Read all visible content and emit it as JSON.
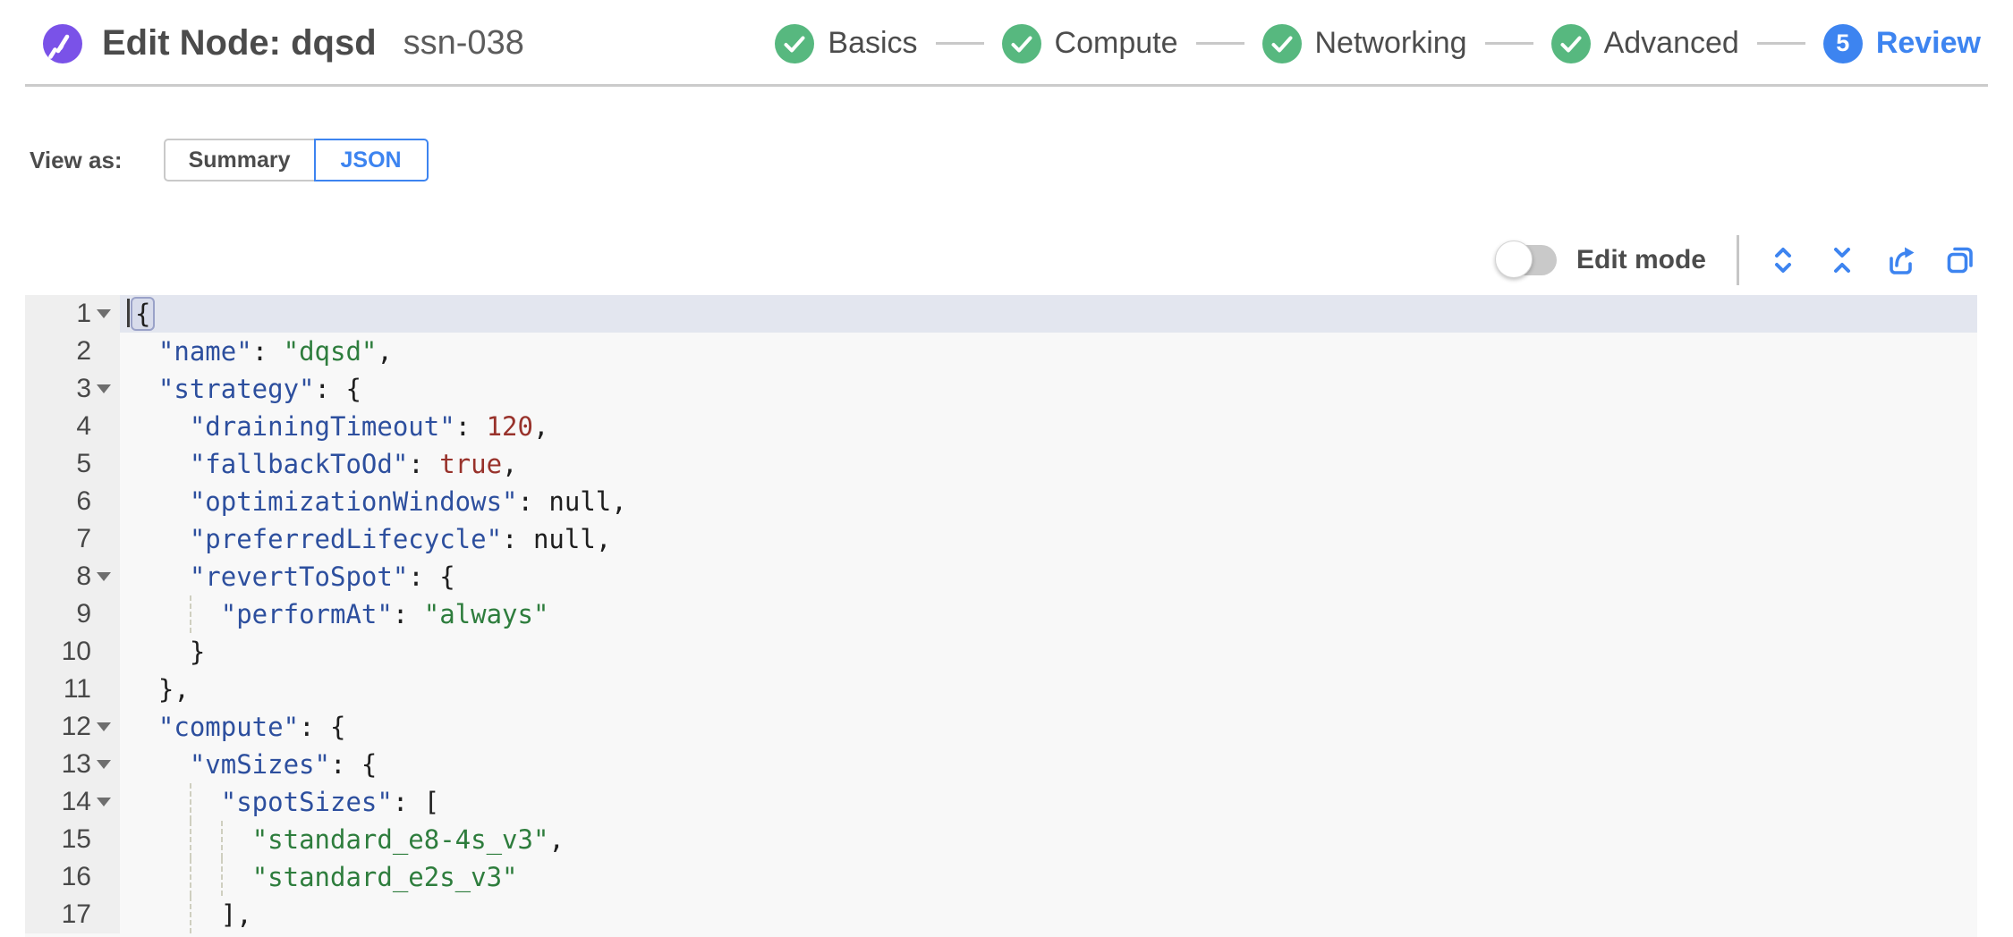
{
  "header": {
    "title": "Edit Node: dqsd",
    "subtitle": "ssn-038",
    "steps": [
      {
        "label": "Basics",
        "state": "done"
      },
      {
        "label": "Compute",
        "state": "done"
      },
      {
        "label": "Networking",
        "state": "done"
      },
      {
        "label": "Advanced",
        "state": "done"
      },
      {
        "label": "Review",
        "state": "current",
        "number": "5"
      }
    ]
  },
  "view_as": {
    "label": "View as:",
    "options": [
      {
        "label": "Summary",
        "selected": false
      },
      {
        "label": "JSON",
        "selected": true
      }
    ]
  },
  "toolbar": {
    "edit_mode_label": "Edit mode",
    "edit_mode_on": false,
    "icons": [
      {
        "name": "expand-all-icon"
      },
      {
        "name": "collapse-all-icon"
      },
      {
        "name": "export-icon"
      },
      {
        "name": "copy-icon"
      }
    ]
  },
  "editor": {
    "active_line": 1,
    "cursor": {
      "line": 1,
      "col": 0
    },
    "lines": [
      {
        "num": 1,
        "fold": true,
        "indent": 0,
        "tokens": [
          {
            "t": "match",
            "v": "{"
          }
        ]
      },
      {
        "num": 2,
        "fold": false,
        "indent": 2,
        "tokens": [
          {
            "t": "key",
            "v": "name"
          },
          {
            "t": "punct",
            "v": ": "
          },
          {
            "t": "str",
            "v": "dqsd"
          },
          {
            "t": "punct",
            "v": ","
          }
        ]
      },
      {
        "num": 3,
        "fold": true,
        "indent": 2,
        "tokens": [
          {
            "t": "key",
            "v": "strategy"
          },
          {
            "t": "punct",
            "v": ": {"
          }
        ]
      },
      {
        "num": 4,
        "fold": false,
        "indent": 4,
        "tokens": [
          {
            "t": "key",
            "v": "drainingTimeout"
          },
          {
            "t": "punct",
            "v": ": "
          },
          {
            "t": "num",
            "v": "120"
          },
          {
            "t": "punct",
            "v": ","
          }
        ]
      },
      {
        "num": 5,
        "fold": false,
        "indent": 4,
        "tokens": [
          {
            "t": "key",
            "v": "fallbackToOd"
          },
          {
            "t": "punct",
            "v": ": "
          },
          {
            "t": "atom",
            "v": "true"
          },
          {
            "t": "punct",
            "v": ","
          }
        ]
      },
      {
        "num": 6,
        "fold": false,
        "indent": 4,
        "tokens": [
          {
            "t": "key",
            "v": "optimizationWindows"
          },
          {
            "t": "punct",
            "v": ": "
          },
          {
            "t": "null",
            "v": "null"
          },
          {
            "t": "punct",
            "v": ","
          }
        ]
      },
      {
        "num": 7,
        "fold": false,
        "indent": 4,
        "tokens": [
          {
            "t": "key",
            "v": "preferredLifecycle"
          },
          {
            "t": "punct",
            "v": ": "
          },
          {
            "t": "null",
            "v": "null"
          },
          {
            "t": "punct",
            "v": ","
          }
        ]
      },
      {
        "num": 8,
        "fold": true,
        "indent": 4,
        "tokens": [
          {
            "t": "key",
            "v": "revertToSpot"
          },
          {
            "t": "punct",
            "v": ": {"
          }
        ]
      },
      {
        "num": 9,
        "fold": false,
        "indent": 6,
        "tokens": [
          {
            "t": "key",
            "v": "performAt"
          },
          {
            "t": "punct",
            "v": ": "
          },
          {
            "t": "str",
            "v": "always"
          }
        ]
      },
      {
        "num": 10,
        "fold": false,
        "indent": 4,
        "tokens": [
          {
            "t": "punct",
            "v": "}"
          }
        ]
      },
      {
        "num": 11,
        "fold": false,
        "indent": 2,
        "tokens": [
          {
            "t": "punct",
            "v": "},"
          }
        ]
      },
      {
        "num": 12,
        "fold": true,
        "indent": 2,
        "tokens": [
          {
            "t": "key",
            "v": "compute"
          },
          {
            "t": "punct",
            "v": ": {"
          }
        ]
      },
      {
        "num": 13,
        "fold": true,
        "indent": 4,
        "tokens": [
          {
            "t": "key",
            "v": "vmSizes"
          },
          {
            "t": "punct",
            "v": ": {"
          }
        ]
      },
      {
        "num": 14,
        "fold": true,
        "indent": 6,
        "tokens": [
          {
            "t": "key",
            "v": "spotSizes"
          },
          {
            "t": "punct",
            "v": ": ["
          }
        ]
      },
      {
        "num": 15,
        "fold": false,
        "indent": 8,
        "tokens": [
          {
            "t": "str",
            "v": "standard_e8-4s_v3"
          },
          {
            "t": "punct",
            "v": ","
          }
        ]
      },
      {
        "num": 16,
        "fold": false,
        "indent": 8,
        "tokens": [
          {
            "t": "str",
            "v": "standard_e2s_v3"
          }
        ]
      },
      {
        "num": 17,
        "fold": false,
        "indent": 6,
        "tokens": [
          {
            "t": "punct",
            "v": "],"
          }
        ]
      }
    ]
  },
  "colors": {
    "accent_blue": "#3d84f0",
    "step_done_green": "#57b87f",
    "logo_purple": "#7a52e8",
    "json_key": "#2d4f9e",
    "json_string": "#2e7d3d",
    "json_number": "#98322b",
    "active_line_bg": "#e3e6ef"
  }
}
